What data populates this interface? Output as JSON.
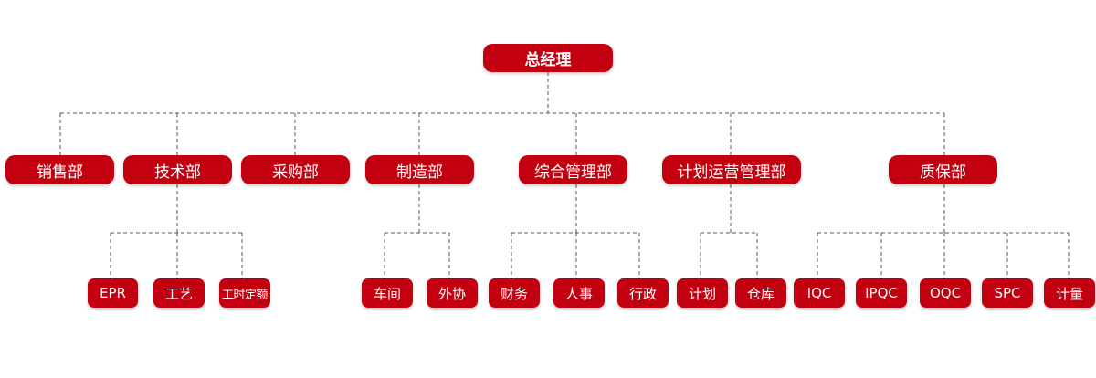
{
  "root": {
    "label": "总经理"
  },
  "departments": [
    {
      "label": "销售部",
      "children": []
    },
    {
      "label": "技术部",
      "children": [
        "EPR",
        "工艺",
        "工时定额"
      ]
    },
    {
      "label": "采购部",
      "children": []
    },
    {
      "label": "制造部",
      "children": [
        "车间",
        "外协"
      ]
    },
    {
      "label": "综合管理部",
      "children": [
        "财务",
        "人事",
        "行政"
      ]
    },
    {
      "label": "计划运营管理部",
      "children": [
        "计划",
        "仓库"
      ]
    },
    {
      "label": "质保部",
      "children": [
        "IQC",
        "IPQC",
        "OQC",
        "SPC",
        "计量"
      ]
    }
  ],
  "colors": {
    "box": "#c3000f",
    "text": "#ffffff",
    "connector": "#555555"
  }
}
